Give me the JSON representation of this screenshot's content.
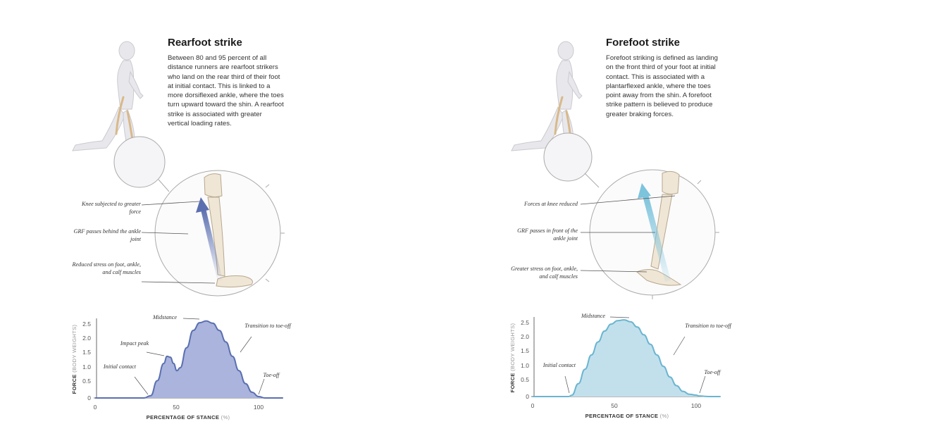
{
  "panels": [
    {
      "id": "rearfoot",
      "title": "Rearfoot strike",
      "description": "Between 80 and 95 percent of all distance runners are rearfoot strikers who land on the rear third of their foot at initial contact. This is linked to a more dorsiflexed ankle, where the toes turn upward toward the shin. A rearfoot strike is associated with greater vertical loading rates.",
      "callouts": [
        "Knee subjected to greater force",
        "GRF passes behind the ankle joint",
        "Reduced stress on foot, ankle, and calf muscles"
      ],
      "arrow_color": "#5b6fb0",
      "graph_annotations": [
        "Midstance",
        "Impact peak",
        "Initial contact",
        "Transition to toe-off",
        "Toe-off"
      ]
    },
    {
      "id": "forefoot",
      "title": "Forefoot strike",
      "description": "Forefoot striking is defined as landing on the front third of your foot at initial contact. This is associated with a plantarflexed ankle, where the toes point away from the shin. A forefoot strike pattern is believed to produce greater braking forces.",
      "callouts": [
        "Forces at knee reduced",
        "GRF passes in front of the ankle joint",
        "Greater stress on foot, ankle, and calf muscles"
      ],
      "arrow_color": "#7cc3dc",
      "graph_annotations": [
        "Midstance",
        "Initial contact",
        "Transition to toe-off",
        "Toe-off"
      ]
    }
  ],
  "axes": {
    "ylabel_main": "FORCE",
    "ylabel_unit": "(BODY WEIGHTS)",
    "xlabel_main": "PERCENTAGE OF STANCE",
    "xlabel_unit": "(%)",
    "yticks": [
      "2.5",
      "2.0",
      "1.5",
      "1.0",
      "0.5",
      "0"
    ],
    "xticks": [
      "0",
      "50",
      "100"
    ]
  },
  "chart_data": [
    {
      "type": "area",
      "xlabel": "PERCENTAGE OF STANCE (%)",
      "ylabel": "FORCE (BODY WEIGHTS)",
      "xlim": [
        0,
        115
      ],
      "ylim": [
        0,
        2.8
      ],
      "color": "#5b6fb0",
      "fill": "#aab4dc",
      "series": [
        {
          "x": [
            0,
            30,
            34,
            38,
            42,
            44,
            46,
            48,
            50,
            52,
            56,
            60,
            64,
            68,
            72,
            76,
            80,
            84,
            88,
            92,
            96,
            100,
            104,
            110,
            115
          ],
          "values": [
            0,
            0,
            0.08,
            0.6,
            1.2,
            1.45,
            1.42,
            1.2,
            0.95,
            1.05,
            1.75,
            2.35,
            2.62,
            2.68,
            2.6,
            2.35,
            1.95,
            1.45,
            0.95,
            0.5,
            0.2,
            0.05,
            0,
            0,
            0
          ]
        }
      ]
    },
    {
      "type": "area",
      "xlabel": "PERCENTAGE OF STANCE (%)",
      "ylabel": "FORCE (BODY WEIGHTS)",
      "xlim": [
        0,
        115
      ],
      "ylim": [
        0,
        2.8
      ],
      "color": "#6bb5d0",
      "fill": "#c2e0ec",
      "series": [
        {
          "x": [
            0,
            22,
            24,
            28,
            32,
            36,
            40,
            44,
            48,
            52,
            56,
            60,
            64,
            68,
            72,
            76,
            80,
            84,
            88,
            92,
            96,
            100,
            102,
            108,
            115
          ],
          "values": [
            0,
            0,
            0.05,
            0.45,
            0.95,
            1.45,
            1.9,
            2.28,
            2.52,
            2.64,
            2.67,
            2.6,
            2.42,
            2.15,
            1.82,
            1.45,
            1.05,
            0.68,
            0.38,
            0.18,
            0.08,
            0.05,
            0.02,
            0,
            0
          ]
        }
      ]
    }
  ]
}
